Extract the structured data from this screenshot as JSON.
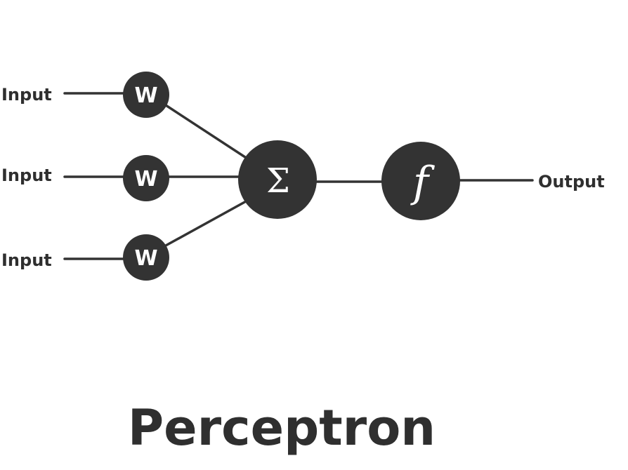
{
  "diagram": {
    "inputs": [
      {
        "label": "Input",
        "weight": "W"
      },
      {
        "label": "Input",
        "weight": "W"
      },
      {
        "label": "Input",
        "weight": "W"
      }
    ],
    "summation_symbol": "Σ",
    "activation_symbol": "f",
    "output_label": "Output",
    "title": "Perceptron",
    "colors": {
      "node": "#333333",
      "node_text": "#ffffff",
      "label": "#2f2f2f",
      "background": "#ffffff"
    }
  }
}
